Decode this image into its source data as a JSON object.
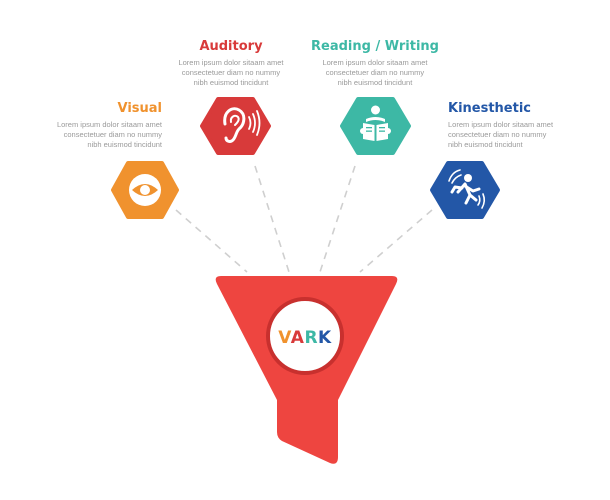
{
  "diagram": {
    "title": "VARK",
    "title_letters": [
      {
        "char": "V",
        "color": "#f0922e"
      },
      {
        "char": "A",
        "color": "#d83a3a"
      },
      {
        "char": "R",
        "color": "#3db8a5"
      },
      {
        "char": "K",
        "color": "#2357a7"
      }
    ],
    "funnel_color": "#ee4540",
    "funnel_circle_border": "#c8302e",
    "connector_color": "#cfcfcf",
    "items": [
      {
        "id": "visual",
        "title": "Visual",
        "color": "#f0922e",
        "icon": "eye-icon",
        "desc_lines": [
          "Lorem ipsum dolor sitaam amet",
          "consectetuer diam no nummy",
          "nibh euismod tincidunt"
        ]
      },
      {
        "id": "auditory",
        "title": "Auditory",
        "color": "#d83a3a",
        "icon": "ear-icon",
        "desc_lines": [
          "Lorem ipsum dolor sitaam amet",
          "consectetuer diam no nummy",
          "nibh euismod tincidunt"
        ]
      },
      {
        "id": "reading-writing",
        "title": "Reading / Writing",
        "color": "#3db8a5",
        "icon": "reading-person-icon",
        "desc_lines": [
          "Lorem ipsum dolor sitaam amet",
          "consectetuer diam no nummy",
          "nibh euismod tincidunt"
        ]
      },
      {
        "id": "kinesthetic",
        "title": "Kinesthetic",
        "color": "#2357a7",
        "icon": "running-person-icon",
        "desc_lines": [
          "Lorem ipsum dolor sitaam amet",
          "consectetuer diam no nummy",
          "nibh euismod tincidunt"
        ]
      }
    ]
  }
}
